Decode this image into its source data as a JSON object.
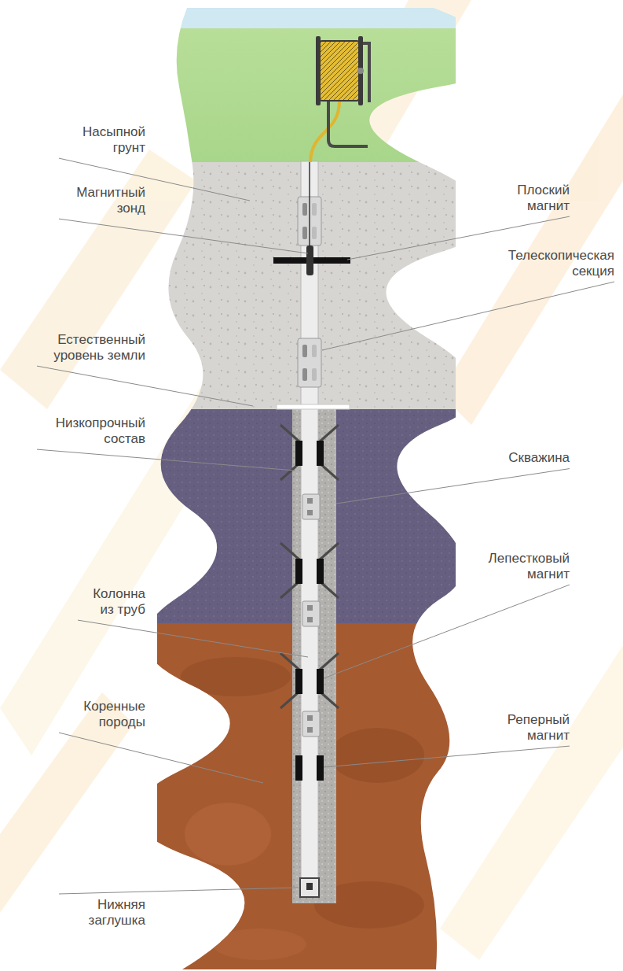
{
  "diagram": {
    "labels": [
      "Насыпной грунт",
      "Магнитный зонд",
      "Плоский магнит",
      "Телескопическая секция",
      "Естественный уровень земли",
      "Низкопрочный состав",
      "Скважина",
      "Колонна из труб",
      "Лепестковый магнит",
      "Коренные породы",
      "Реперный магнит",
      "Нижняя заглушка"
    ]
  }
}
